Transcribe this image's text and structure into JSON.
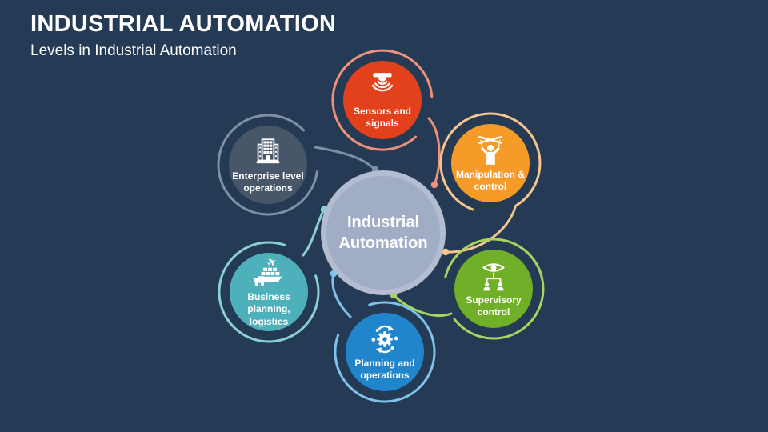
{
  "slide": {
    "title": "INDUSTRIAL AUTOMATION",
    "subtitle": "Levels in Industrial Automation",
    "background_color": "#253A54",
    "text_color": "#FFFFFF"
  },
  "diagram": {
    "center": {
      "label": "Industrial Automation",
      "fill": "#A1ADC4",
      "ring": "#B3BDCF"
    },
    "nodes": [
      {
        "id": "sensors",
        "label": "Sensors and signals",
        "fill": "#E3411C",
        "ring": "#F0917B",
        "icon": "sensor-icon"
      },
      {
        "id": "manipulation",
        "label": "Manipulation & control",
        "fill": "#F79B28",
        "ring": "#F6C68E",
        "icon": "marionette-icon"
      },
      {
        "id": "supervisory",
        "label": "Supervisory control",
        "fill": "#70AF28",
        "ring": "#A8D55F",
        "icon": "eye-hierarchy-icon"
      },
      {
        "id": "planning",
        "label": "Planning and operations",
        "fill": "#2185CC",
        "ring": "#7FC2EA",
        "icon": "gear-sync-icon"
      },
      {
        "id": "business",
        "label": "Business planning, logistics",
        "fill": "#4EB0BB",
        "ring": "#8AD0D6",
        "icon": "logistics-icon"
      },
      {
        "id": "enterprise",
        "label": "Enterprise level operations",
        "fill": "#475669",
        "ring": "#7E90A6",
        "icon": "building-icon"
      }
    ]
  }
}
